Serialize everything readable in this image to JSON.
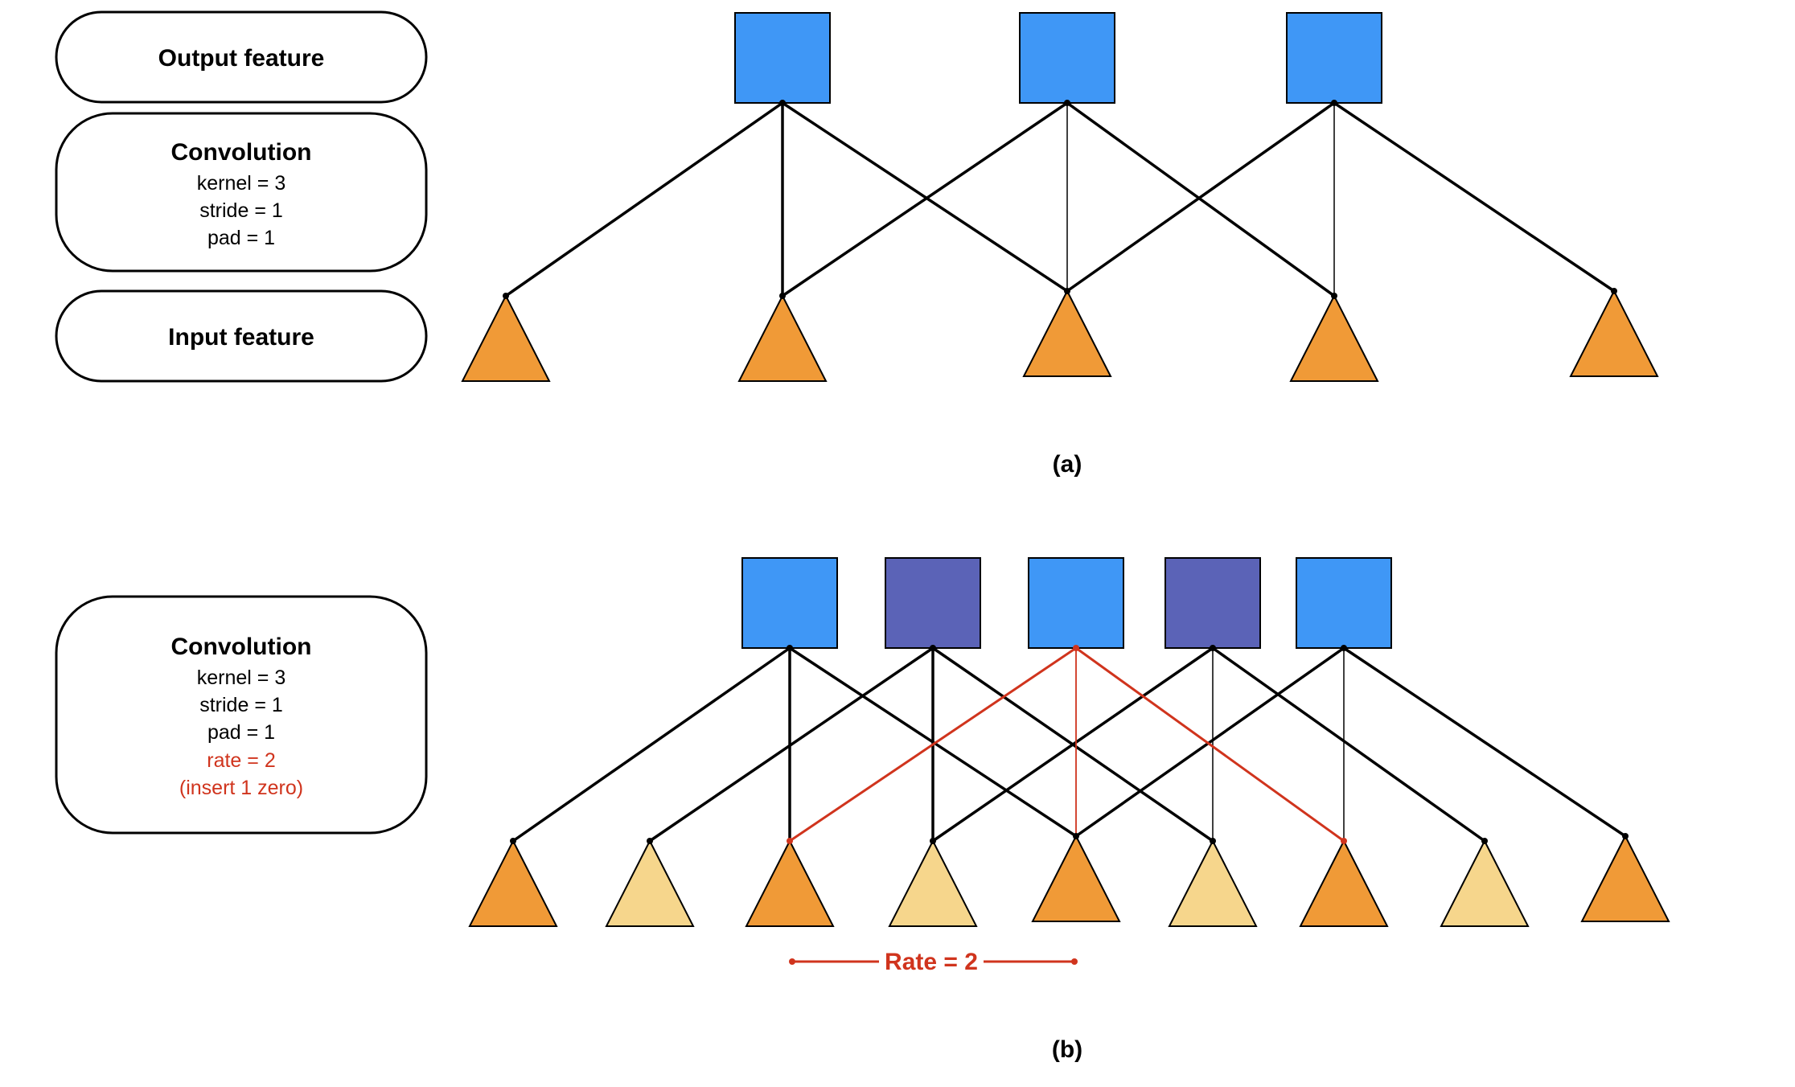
{
  "colors": {
    "output_blue": "#3f97f6",
    "output_purple": "#5b63b7",
    "input_orange": "#f09a37",
    "input_light": "#f6d68c",
    "stroke": "#000000",
    "highlight_red": "#d0341d"
  },
  "panel_a": {
    "legend": {
      "output": "Output feature",
      "conv_title": "Convolution",
      "conv_lines": [
        "kernel = 3",
        "stride = 1",
        "pad = 1"
      ],
      "input": "Input feature"
    },
    "caption": "(a)"
  },
  "panel_b": {
    "legend": {
      "conv_title": "Convolution",
      "conv_lines": [
        "kernel = 3",
        "stride = 1",
        "pad = 1"
      ],
      "rate_lines": [
        "rate = 2",
        "(insert 1 zero)"
      ]
    },
    "rate_label": "Rate = 2",
    "caption": "(b)"
  }
}
